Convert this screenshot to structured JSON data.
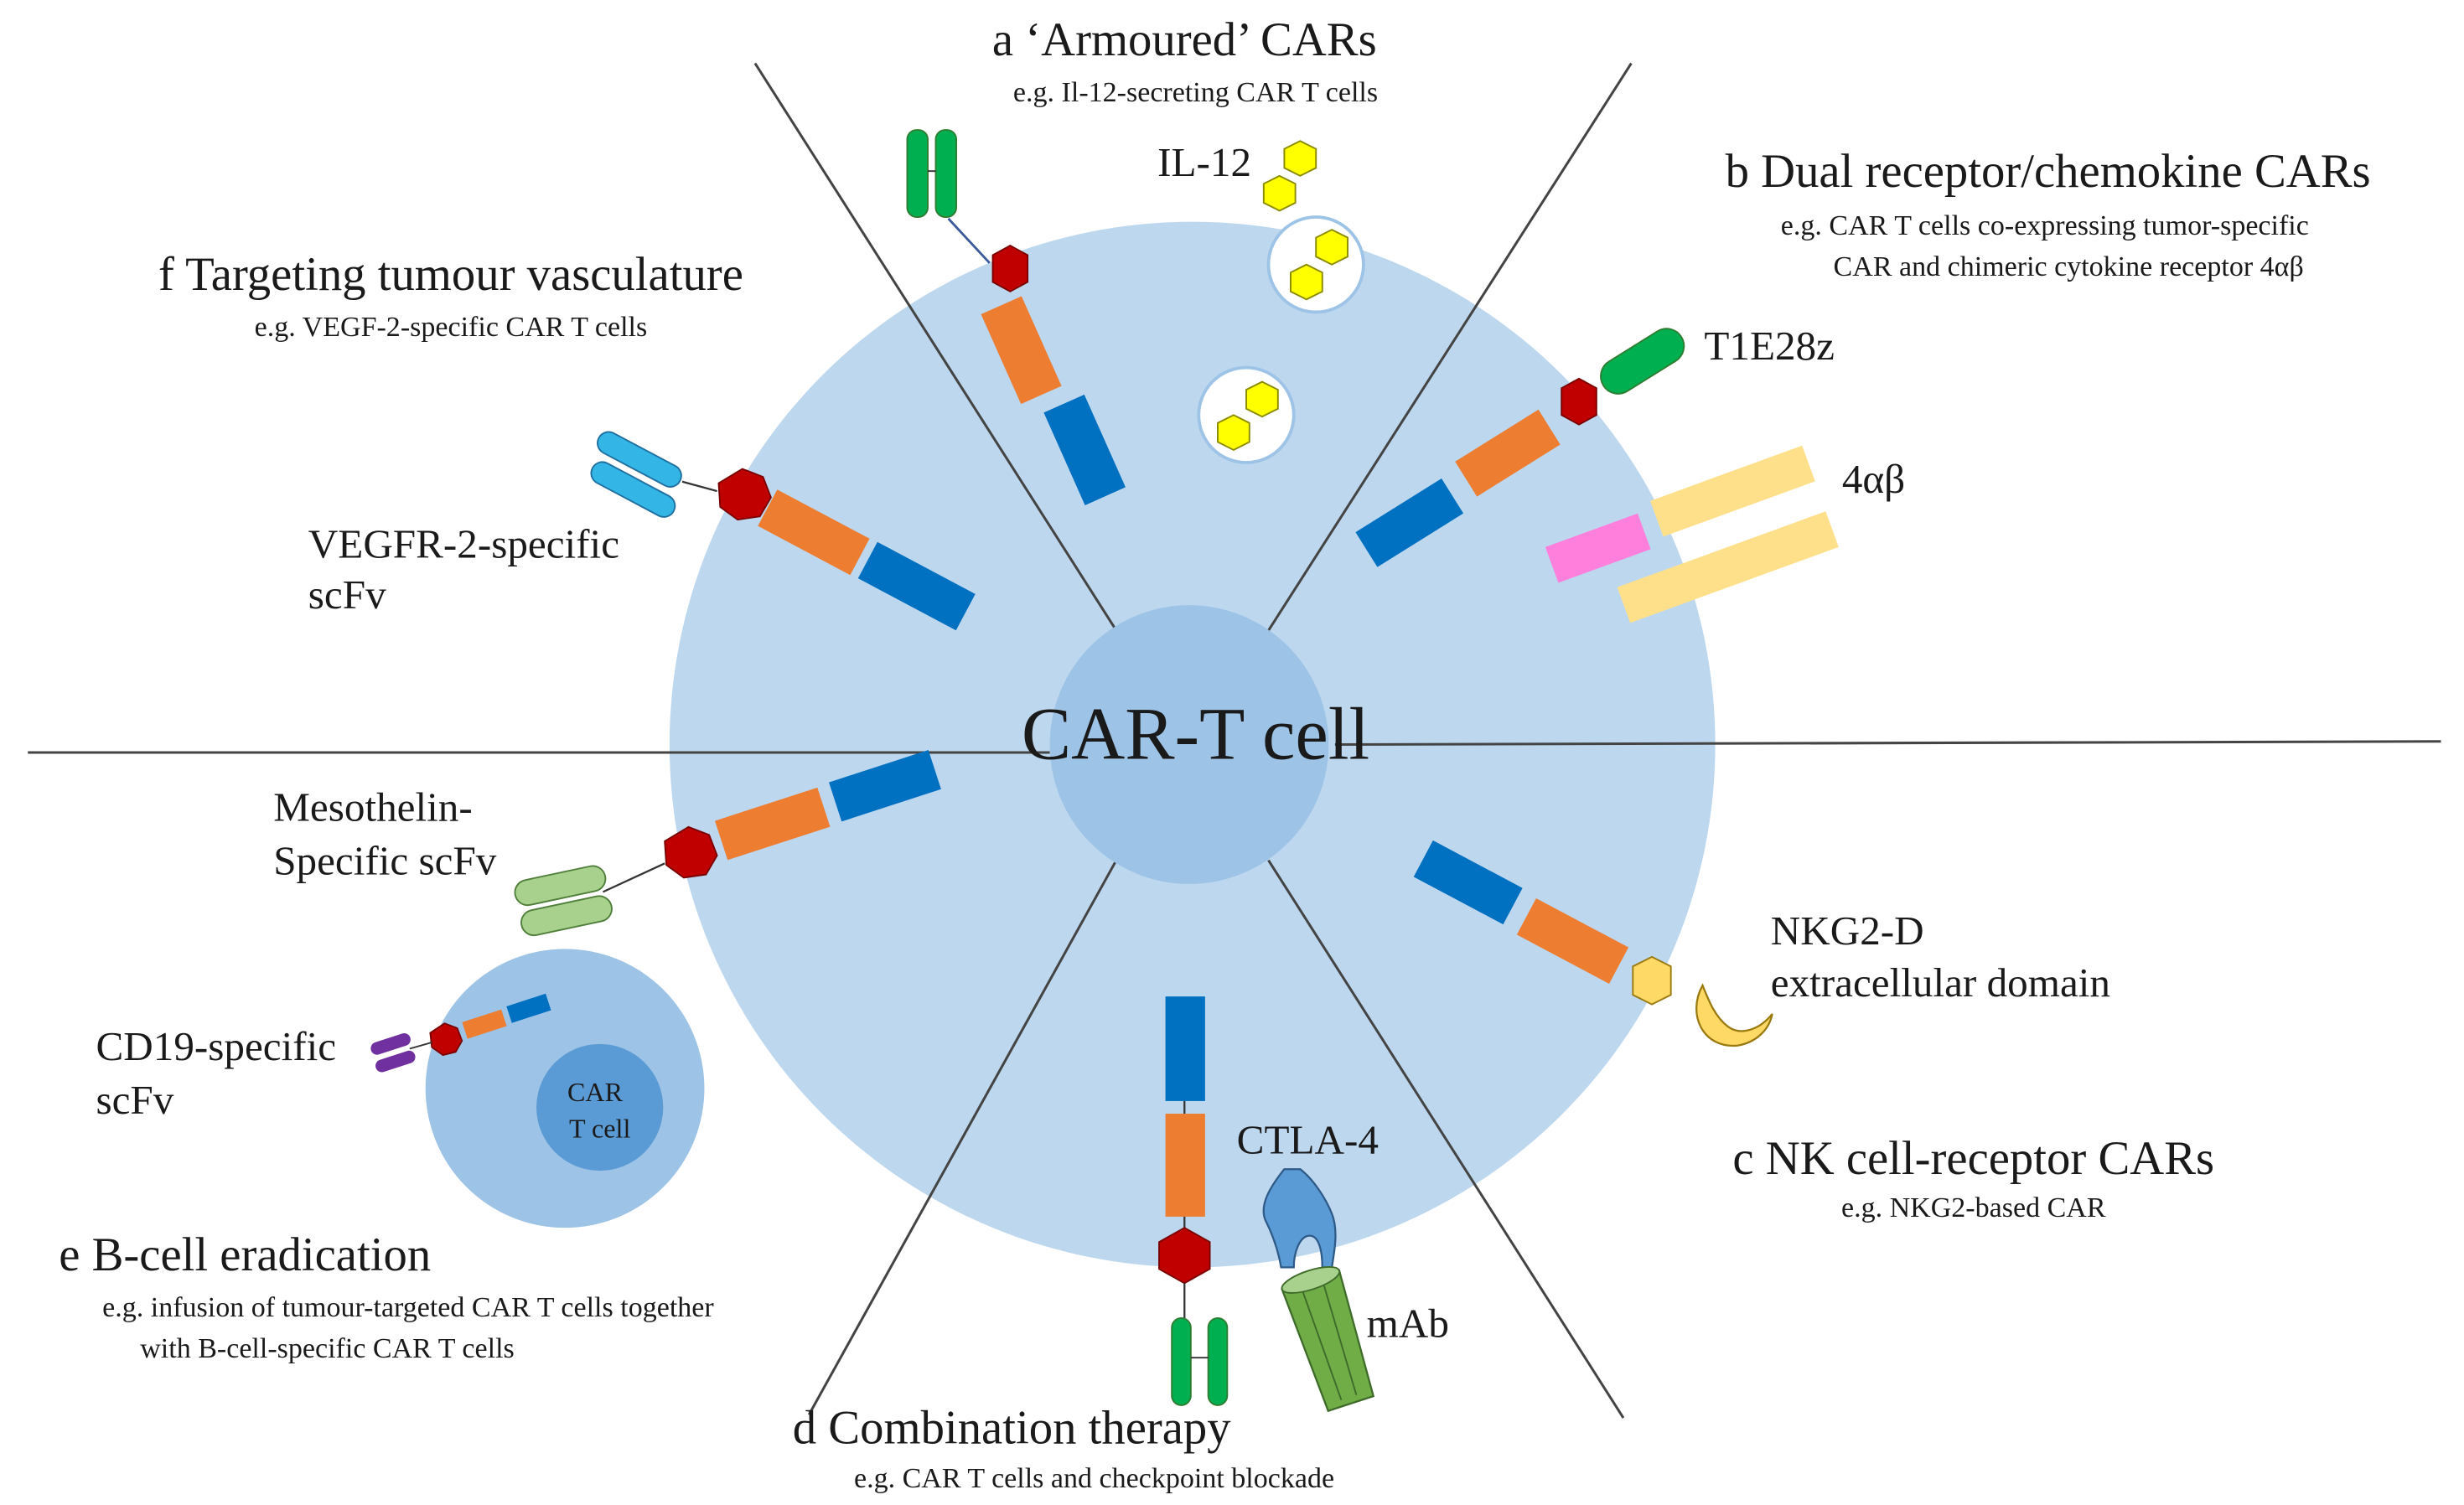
{
  "center": {
    "label": "CAR-T cell"
  },
  "sections": {
    "a": {
      "title": "a ‘Armoured’ CARs",
      "subtitle": "e.g. Il-12-secreting CAR T cells"
    },
    "b": {
      "title": "b Dual receptor/chemokine CARs",
      "subtitle_lines": [
        "e.g. CAR T cells co-expressing tumor-specific",
        "CAR and chimeric cytokine receptor 4αβ"
      ]
    },
    "c": {
      "title": "c NK cell-receptor CARs",
      "subtitle": "e.g. NKG2-based CAR"
    },
    "d": {
      "title": "d Combination therapy",
      "subtitle": "e.g. CAR T cells and checkpoint blockade"
    },
    "e": {
      "title": "e B-cell eradication",
      "subtitle_lines": [
        "e.g. infusion of tumour-targeted CAR T cells together",
        "with B-cell-specific CAR T cells"
      ]
    },
    "f": {
      "title": "f Targeting tumour vasculature",
      "subtitle": "e.g. VEGF-2-specific CAR T cells"
    }
  },
  "labels": {
    "il12": "IL-12",
    "t1e28z": "T1E28z",
    "four_ab": "4αβ",
    "vegfr_lines": [
      "VEGFR-2-specific",
      "scFv"
    ],
    "mesothelin_lines": [
      "Mesothelin-",
      "Specific scFv"
    ],
    "cd19_lines": [
      "CD19-specific",
      "scFv"
    ],
    "nkg2d_lines": [
      "NKG2-D",
      "extracellular domain"
    ],
    "ctla4": "CTLA-4",
    "mab": "mAb",
    "small_cell_lines": [
      "CAR",
      "T cell"
    ]
  },
  "colors": {
    "cell_outer": "#bdd7ee",
    "cell_center": "#9dc3e6",
    "small_cell_outer": "#9dc3e6",
    "small_cell_inner": "#5b9bd5",
    "transmembrane": "#ed7d31",
    "signaling": "#0070c0",
    "hinge_hexagon": "#c00000",
    "scfv_green": "#00b050",
    "scfv_light_blue": "#33b5e5",
    "scfv_light_green": "#a9d18e",
    "scfv_purple": "#7030a0",
    "il12_yellow": "#ffff00",
    "receptor_pink": "#ff7fdc",
    "receptor_gold": "#ffe08a",
    "nkg2d_yellow": "#ffd966",
    "ctla4_blue": "#5b9bd5",
    "mab_green": "#70ad47"
  }
}
